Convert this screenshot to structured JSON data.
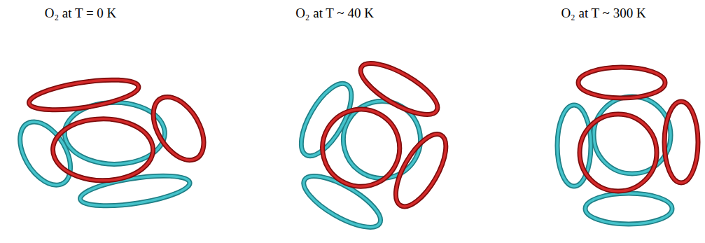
{
  "diagram": {
    "labels": [
      "O₂ at T = 0 K",
      "O₂ at T ~ 40 K",
      "O₂ at T ~ 300 K"
    ]
  }
}
